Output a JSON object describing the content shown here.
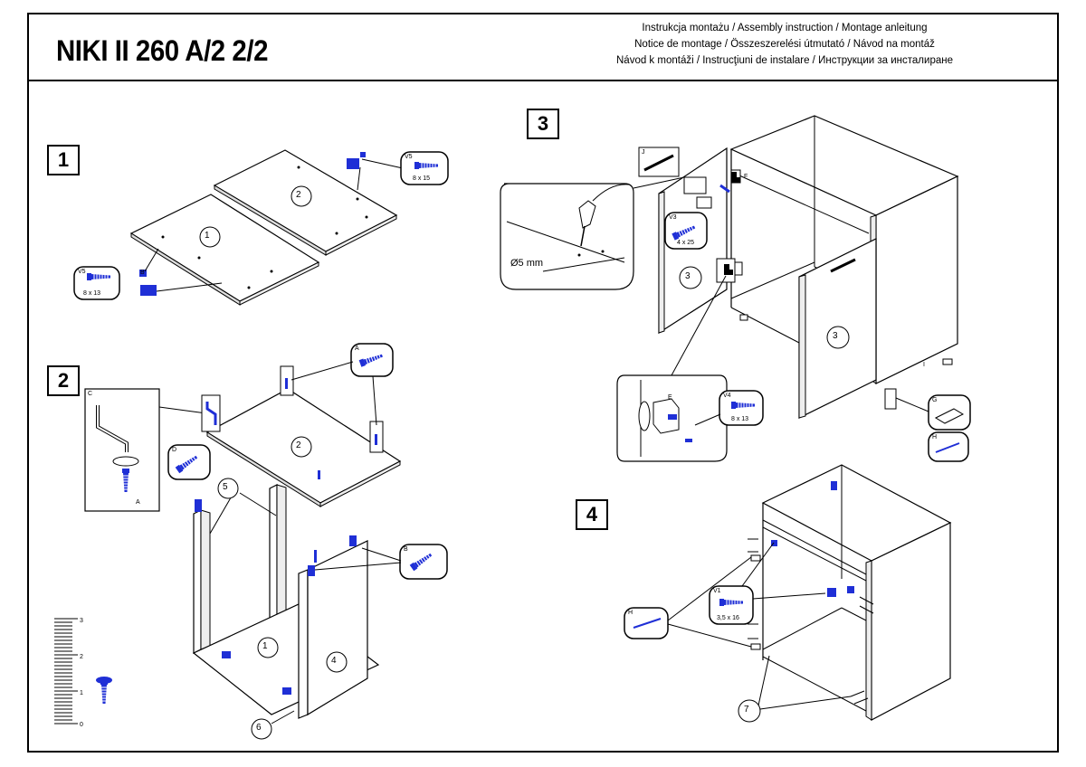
{
  "header": {
    "title": "NIKI II 260 A/2 2/2",
    "languages": [
      "Instrukcja montażu / Assembly instruction / Montage anleitung",
      "Notice de montage / Összeszerelési útmutató / Návod na montáž",
      "Návod k montáži / Instrucţiuni de instalare / Инструкции за инсталиране"
    ]
  },
  "steps": [
    "1",
    "2",
    "3",
    "4"
  ],
  "parts": {
    "p1": "1",
    "p2": "2",
    "p3": "3",
    "p4": "4",
    "p5": "5",
    "p6": "6",
    "p7": "7"
  },
  "hardware": {
    "v5": "V5",
    "v5_size": "8 x 13",
    "v5b": "V5",
    "v5b_size": "8 x 15",
    "v3": "V3",
    "v3_size": "4 x 25",
    "v4": "V4",
    "v4_size": "8 x 13",
    "v1": "V1",
    "v1_size": "3,5 x 16",
    "a": "A",
    "b": "B",
    "c": "C",
    "d": "D",
    "e": "E",
    "f": "F",
    "g": "G",
    "h": "H",
    "i": "I",
    "j": "J"
  },
  "drill": {
    "diameter": "Ø5 mm"
  },
  "colors": {
    "accent_blue": "#1f2fd6",
    "line": "#000000"
  }
}
